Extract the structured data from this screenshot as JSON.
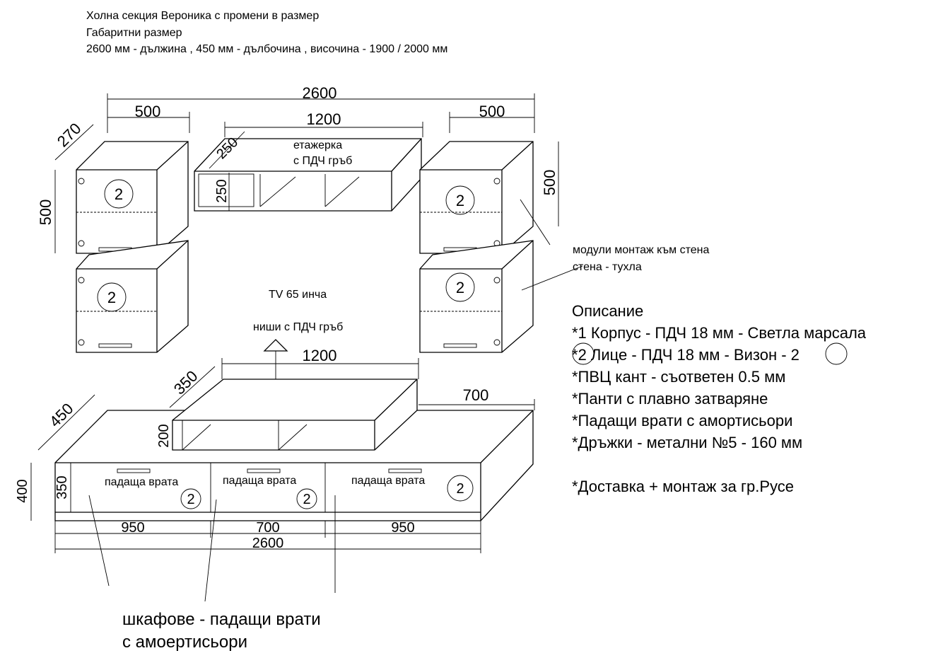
{
  "header": {
    "line1": "Холна секция Вероника с промени в размер",
    "line2": "Габаритни размер",
    "line3": "2600 мм - дължина , 450 мм - дълбочина , височина - 1900 / 2000 мм"
  },
  "dimensions": {
    "total_top": "2600",
    "left_width": "500",
    "shelf_width": "1200",
    "right_width": "500",
    "left_depth": "270",
    "left_height": "500",
    "shelf_depth": "250",
    "shelf_height": "250",
    "right_height": "500",
    "tv_shelf_width": "1200",
    "tv_shelf_depth": "350",
    "tv_shelf_height": "200",
    "base_right_offset": "700",
    "base_depth": "450",
    "base_height": "400",
    "door_height": "350",
    "seg1": "950",
    "seg2": "700",
    "seg3": "950",
    "total_bottom": "2600"
  },
  "labels": {
    "shelf_line1": "етажерка",
    "shelf_line2": "с ПДЧ гръб",
    "tv": "TV 65 инча",
    "niches": "ниши с ПДЧ гръб",
    "wall_line1": "модули монтаж към стена",
    "wall_line2": "стена - тухла",
    "door": "падаща врата",
    "marker": "2",
    "bottom_line1": "шкафове - падащи врати",
    "bottom_line2": "с амоертисьори"
  },
  "description": {
    "title": "Описание",
    "line1": "*1 Корпус - ПДЧ 18 мм - Светла марсала",
    "line2_prefix": "*",
    "line2_marker": "2",
    "line2_text": " Лице - ПДЧ 18 мм - Визон - ",
    "line2_marker2": "2",
    "line3": "*ПВЦ кант - съответен 0.5 мм",
    "line4": "*Панти с плавно затваряне",
    "line5": "*Падащи врати с амортисьори",
    "line6": "*Дръжки - метални №5 - 160 мм",
    "line7": "*Доставка + монтаж за гр.Русе"
  }
}
